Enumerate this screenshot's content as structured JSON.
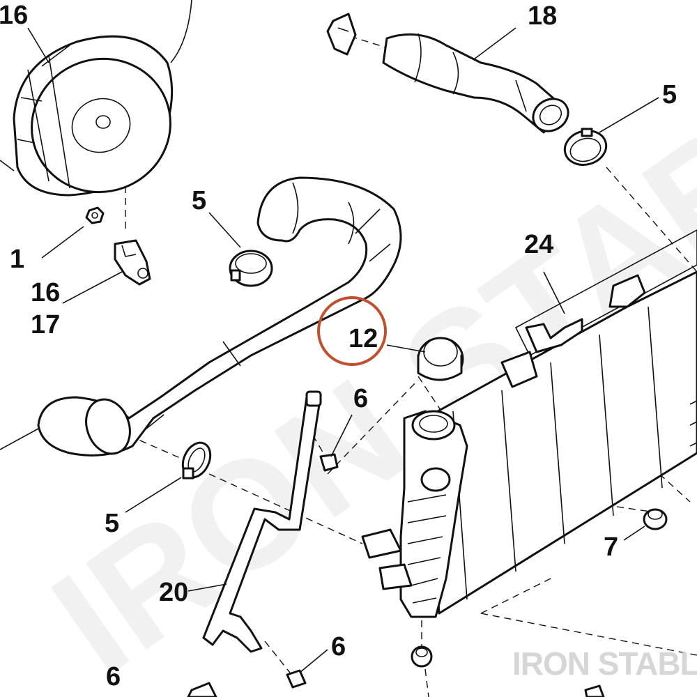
{
  "diagram": {
    "callouts": [
      {
        "id": "c16-top",
        "text": "16"
      },
      {
        "id": "c18",
        "text": "18"
      },
      {
        "id": "c5-right",
        "text": "5"
      },
      {
        "id": "c5-mid",
        "text": "5"
      },
      {
        "id": "c1",
        "text": "1"
      },
      {
        "id": "c16-mid",
        "text": "16"
      },
      {
        "id": "c17",
        "text": "17"
      },
      {
        "id": "c24",
        "text": "24"
      },
      {
        "id": "c12",
        "text": "12"
      },
      {
        "id": "c6-mid",
        "text": "6"
      },
      {
        "id": "c5-left",
        "text": "5"
      },
      {
        "id": "c7",
        "text": "7"
      },
      {
        "id": "c20",
        "text": "20"
      },
      {
        "id": "c6-bottom",
        "text": "6"
      },
      {
        "id": "c6-bottom-left",
        "text": "6"
      }
    ],
    "highlighted_callout": "12",
    "highlight_color": "#c0502e"
  },
  "brand": {
    "watermark": "IRON STABLE"
  }
}
